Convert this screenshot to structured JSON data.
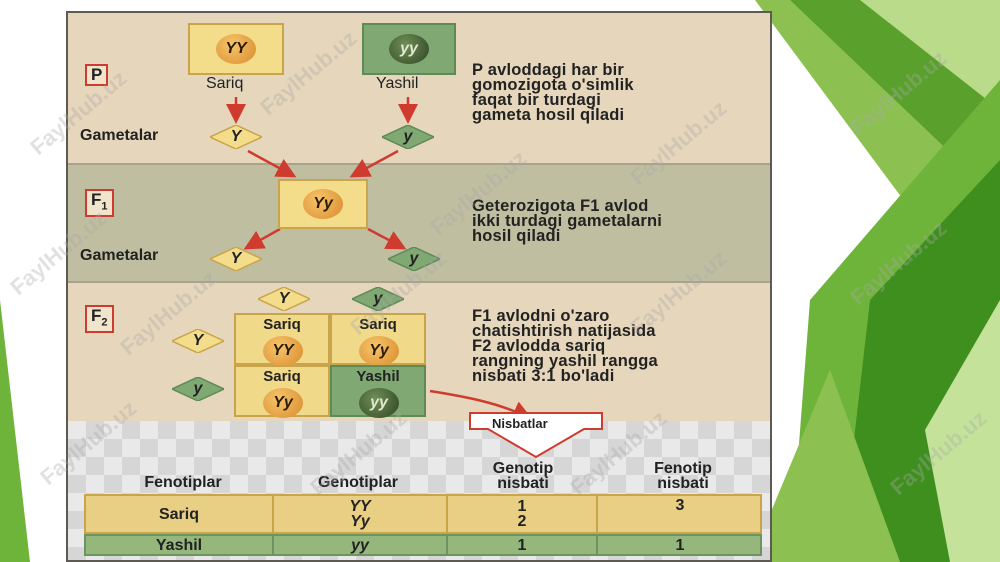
{
  "colors": {
    "yellow": "#f3dc8a",
    "green": "#7fa873",
    "red_arrow": "#d03b2f",
    "band_tan": "#e6d6bb",
    "band_olive": "#bfbea0"
  },
  "generations": {
    "p": "P",
    "f1": "F1",
    "f2": "F2"
  },
  "parents": {
    "yellow": {
      "genotype": "YY",
      "label": "Sariq"
    },
    "green": {
      "genotype": "yy",
      "label": "Yashil"
    }
  },
  "gametes_label": "Gametalar",
  "gametes": {
    "Y": "Y",
    "y": "y"
  },
  "p_desc": [
    "P avloddagi har bir",
    "gomozigota o'simlik",
    "faqat bir turdagi",
    "gameta hosil qiladi"
  ],
  "f1": {
    "genotype": "Yy"
  },
  "f1_desc": [
    "Geterozigota F1 avlod",
    "ikki turdagi gametalarni",
    "hosil qiladi"
  ],
  "f2_desc": [
    "F1 avlodni o'zaro",
    "chatishtirish natijasida",
    "F2 avlodda sariq",
    "rangning yashil rangga",
    "nisbati 3:1 bo'ladi"
  ],
  "punnett": [
    {
      "label": "Sariq",
      "genotype": "YY",
      "color": "yellow"
    },
    {
      "label": "Sariq",
      "genotype": "Yy",
      "color": "yellow"
    },
    {
      "label": "Sariq",
      "genotype": "Yy",
      "color": "yellow"
    },
    {
      "label": "Yashil",
      "genotype": "yy",
      "color": "green"
    }
  ],
  "nisbatlar": "Nisbatlar",
  "table": {
    "headers": [
      "Fenotiplar",
      "Genotiplar",
      "Genotip nisbati",
      "Fenotip nisbati"
    ],
    "header_lines": {
      "genotip": [
        "Genotip",
        "nisbati"
      ],
      "fenotip": [
        "Fenotip",
        "nisbati"
      ]
    },
    "rows": [
      {
        "phenotype": "Sariq",
        "genotypes": [
          "YY",
          "Yy"
        ],
        "genotype_ratio": [
          "1",
          "2"
        ],
        "phenotype_ratio": "3"
      },
      {
        "phenotype": "Yashil",
        "genotypes": [
          "yy"
        ],
        "genotype_ratio": [
          "1"
        ],
        "phenotype_ratio": "1"
      }
    ]
  },
  "watermark": "FaylHub.uz"
}
